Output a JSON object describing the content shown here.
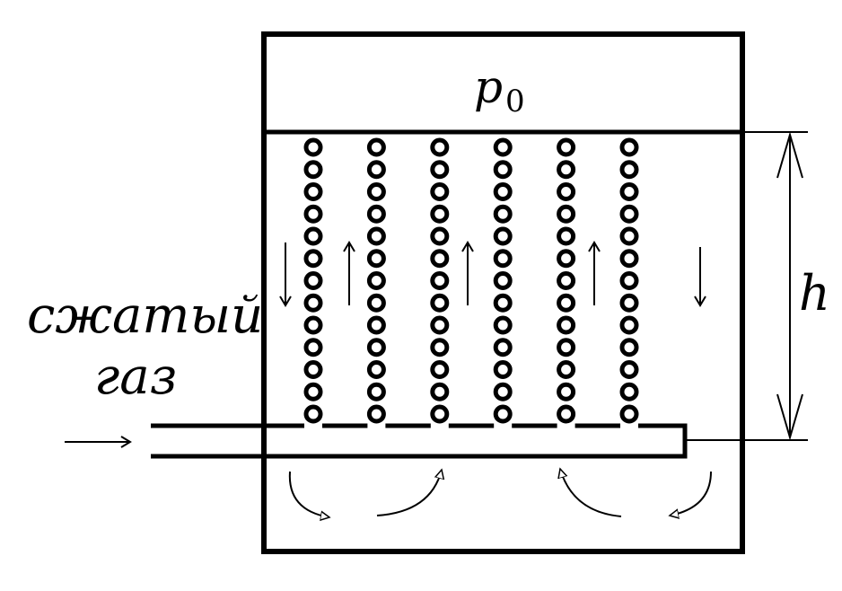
{
  "labels": {
    "pressure": "p",
    "pressure_subscript": "0",
    "height": "h",
    "gas_line1": "сжатый",
    "gas_line2": "газ"
  },
  "bubbles": {
    "columns": 6,
    "per_column": 13
  },
  "colors": {
    "ink": "#000000",
    "background": "#ffffff"
  }
}
